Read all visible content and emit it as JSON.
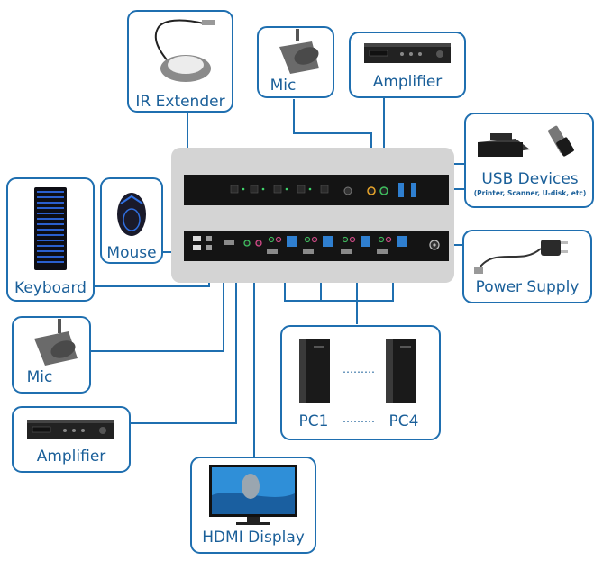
{
  "labels": {
    "ir_extender": "IR Extender",
    "mic_top": "Mic",
    "amplifier_top": "Amplifier",
    "usb_devices": "USB Devices",
    "usb_devices_sub": "(Printer, Scanner, U-disk, etc)",
    "keyboard": "Keyboard",
    "mouse": "Mouse",
    "power_supply": "Power Supply",
    "mic_bottom": "Mic",
    "amplifier_bottom": "Amplifier",
    "pc1": "PC1",
    "pc4": "PC4",
    "hdmi_display": "HDMI Display",
    "pc_dots_top": "………",
    "pc_dots_bottom": "………"
  },
  "colors": {
    "accent": "#1f6fb0",
    "label": "#1a5f99",
    "panel_bg": "#d4d4d4",
    "device_body": "#141414",
    "usb_port": "#2f7fd0"
  },
  "icons": [
    "ir-receiver-icon",
    "microphone-icon",
    "amplifier-icon",
    "printer-icon",
    "usb-drive-icon",
    "keyboard-icon",
    "mouse-icon",
    "power-adapter-icon",
    "pc-tower-icon",
    "monitor-icon"
  ]
}
